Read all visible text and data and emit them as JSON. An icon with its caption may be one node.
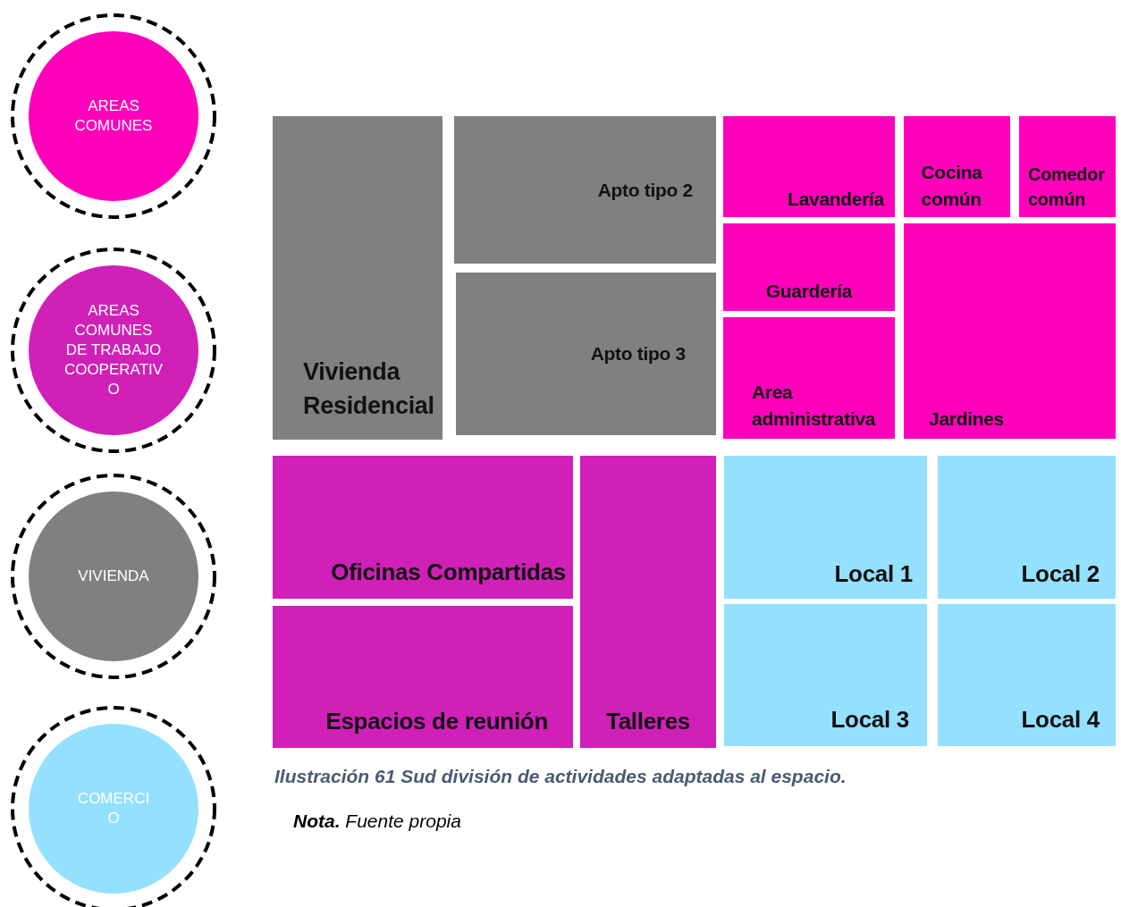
{
  "diagram": {
    "caption": "Ilustración 61 Sud división de actividades adaptadas al espacio.",
    "nodes": [
      {
        "text": [
          "Vivienda Residencial"
        ]
      },
      {
        "text": [
          "Apto tipo 2"
        ]
      },
      {
        "text": [
          "Apto tipo 3"
        ]
      },
      {
        "text": [
          "Lavandería"
        ]
      },
      {
        "text": [
          "Cocina común"
        ]
      },
      {
        "text": [
          "Comedor común"
        ]
      },
      {
        "text": [
          "Guardería"
        ]
      },
      {
        "text": [
          "Area administrativa"
        ]
      },
      {
        "text": [
          "Jardines"
        ]
      },
      {
        "text": [
          "Oficinas Compartidas"
        ]
      },
      {
        "text": [
          "Espacios de reunión"
        ]
      },
      {
        "text": [
          "Talleres"
        ]
      },
      {
        "text": [
          "Local 1"
        ]
      },
      {
        "text": [
          "Local 2"
        ]
      },
      {
        "text": [
          "Local 3"
        ]
      },
      {
        "text": [
          "Local 4"
        ]
      }
    ],
    "labels": [
      "**Nota.** Fuente propia"
    ],
    "legend": [
      {
        "text": "AREAS COMUNES",
        "color": "#ff00bb"
      },
      {
        "text": "AREAS COMUNES DE TRABAJO COOPERATIVO",
        "color": "#d020b8"
      },
      {
        "text": "VIVIENDA",
        "color": "#808080"
      },
      {
        "text": "COMERCIO",
        "color": "#94e0ff"
      }
    ]
  }
}
